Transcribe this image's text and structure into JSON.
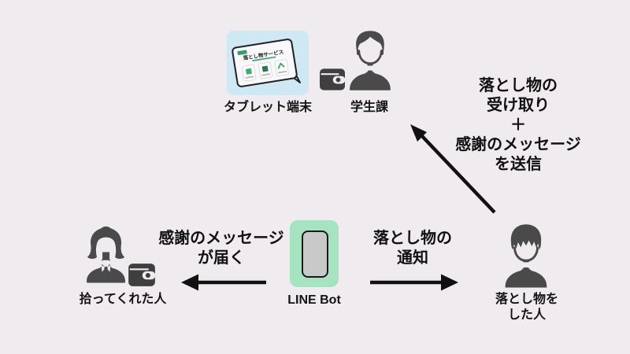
{
  "colors": {
    "background": "#efebee",
    "tablet_panel": "#cfe9f4",
    "line_bot_panel": "#a6e3c1",
    "phone_body": "#c9c9c9",
    "silhouette": "#4a4a4a",
    "accent_green": "#2fa06a",
    "text": "#141414",
    "arrow": "#111111"
  },
  "icons": {
    "tablet": "tablet-on-stand-illustration",
    "student_office": "businessman-silhouette-icon",
    "wallet": "wallet-icon",
    "finder": "woman-silhouette-icon",
    "loser": "young-man-silhouette-icon",
    "line_bot": "smartphone-icon"
  },
  "nodes": {
    "tablet": {
      "label": "タブレット端末",
      "screen_title": "落とし物サービス"
    },
    "student_office": {
      "label": "学生課"
    },
    "finder": {
      "label": "拾ってくれた人"
    },
    "line_bot": {
      "label": "LINE Bot"
    },
    "loser": {
      "label_lines": [
        "落とし物を",
        "した人"
      ]
    }
  },
  "edges": {
    "handover": {
      "lines": [
        "落とし物の",
        "受け取り",
        "＋",
        "感謝のメッセージ",
        "を送信"
      ]
    },
    "thanks": {
      "lines": [
        "感謝のメッセージ",
        "が届く"
      ]
    },
    "notify": {
      "lines": [
        "落とし物の",
        "通知"
      ]
    }
  }
}
